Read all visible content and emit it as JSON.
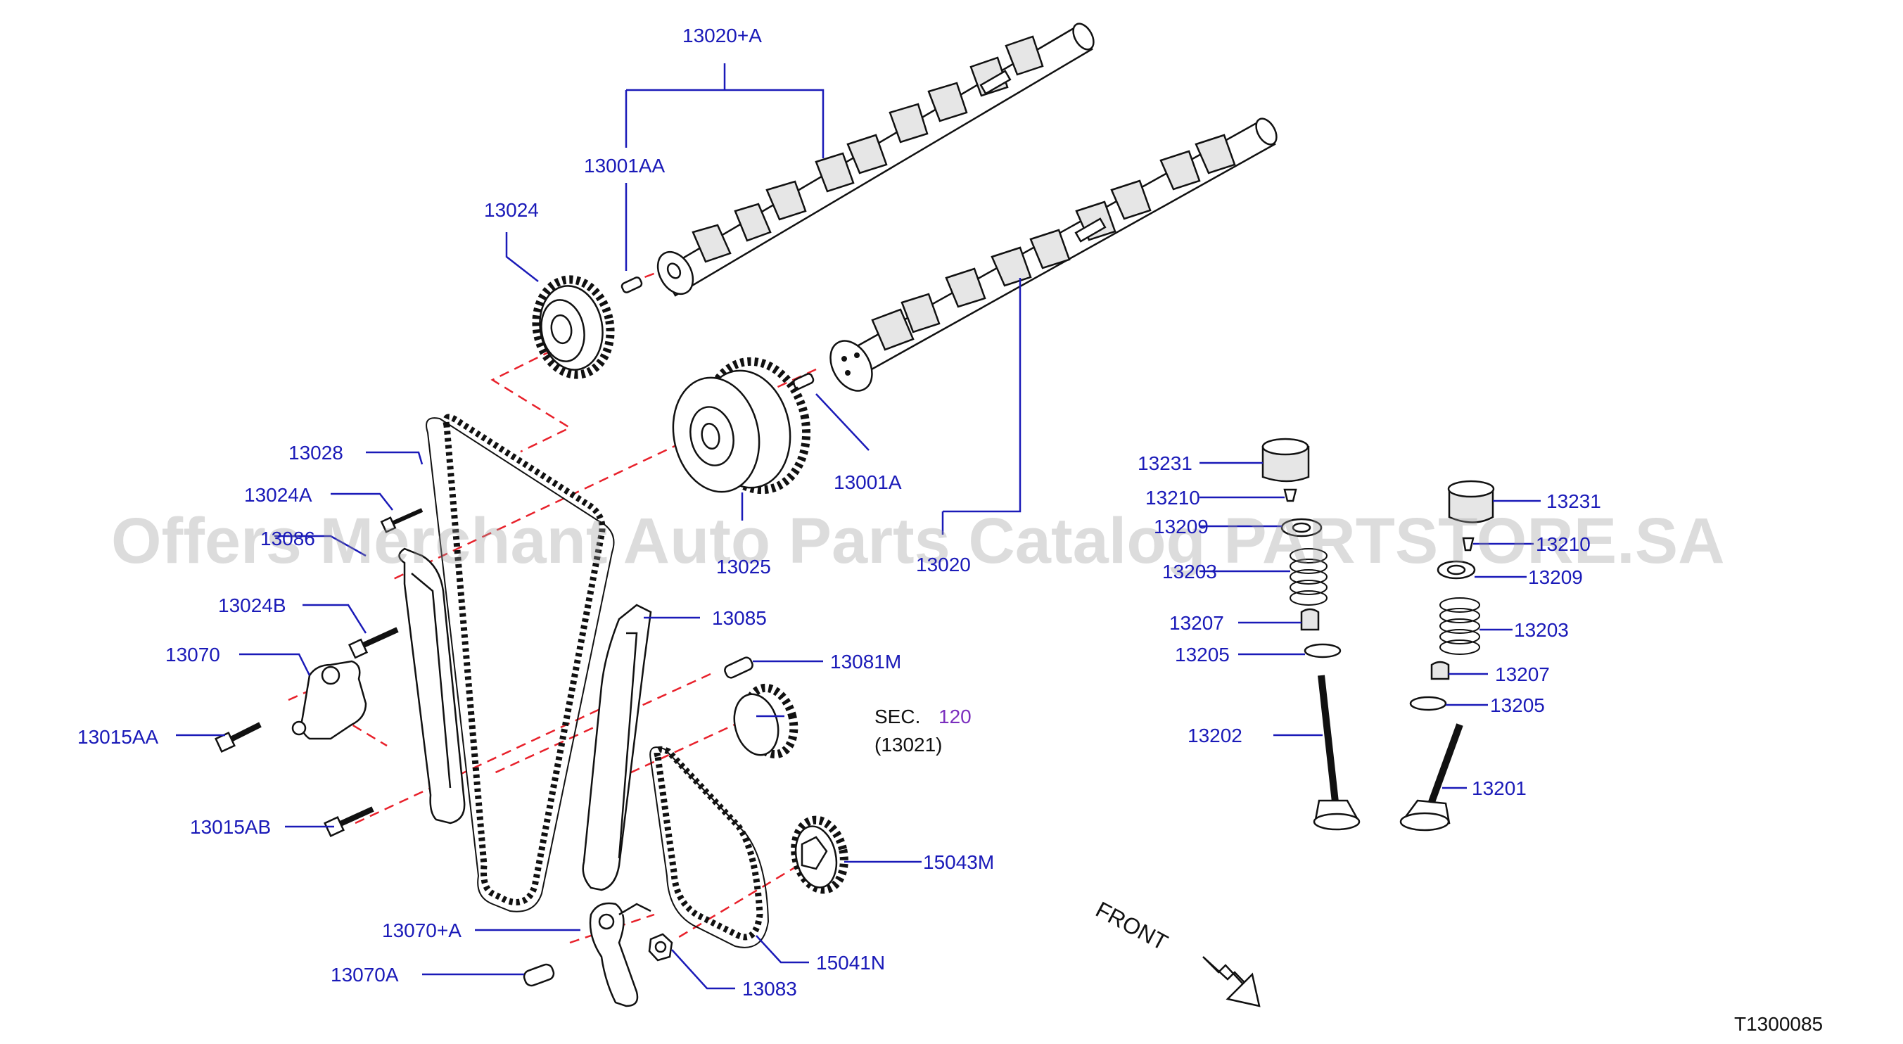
{
  "watermark": "Offers Merchant Auto Parts Catalog PARTSTORE.SA",
  "diagram_code": "T1300085",
  "front_label": "FRONT",
  "labels": {
    "l13020A": "13020+A",
    "l13001AA": "13001AA",
    "l13024": "13024",
    "l13028": "13028",
    "l13024A": "13024A",
    "l13086": "13086",
    "l13025": "13025",
    "l13020": "13020",
    "l13001A": "13001A",
    "l13024B": "13024B",
    "l13070": "13070",
    "l13015AA": "13015AA",
    "l13085": "13085",
    "l13081M": "13081M",
    "sec_prefix": "SEC.",
    "sec_num": "120",
    "sec_sub": "(13021)",
    "l13015AB": "13015AB",
    "l15043M": "15043M",
    "l13070plusA": "13070+A",
    "l13070A": "13070A",
    "l15041N": "15041N",
    "l13083": "13083",
    "l13231_left": "13231",
    "l13210_left": "13210",
    "l13209_left": "13209",
    "l13203_left": "13203",
    "l13207_left": "13207",
    "l13205_left": "13205",
    "l13202": "13202",
    "l13231_right": "13231",
    "l13210_right": "13210",
    "l13209_right": "13209",
    "l13203_right": "13203",
    "l13207_right": "13207",
    "l13205_right": "13205",
    "l13201": "13201"
  },
  "colors": {
    "label": "#1a1ab8",
    "leader": "#1a1ab8",
    "dashed_centerline": "#e8202a",
    "section_ref": "#7b2fbe",
    "watermark": "#9a9a9a"
  }
}
